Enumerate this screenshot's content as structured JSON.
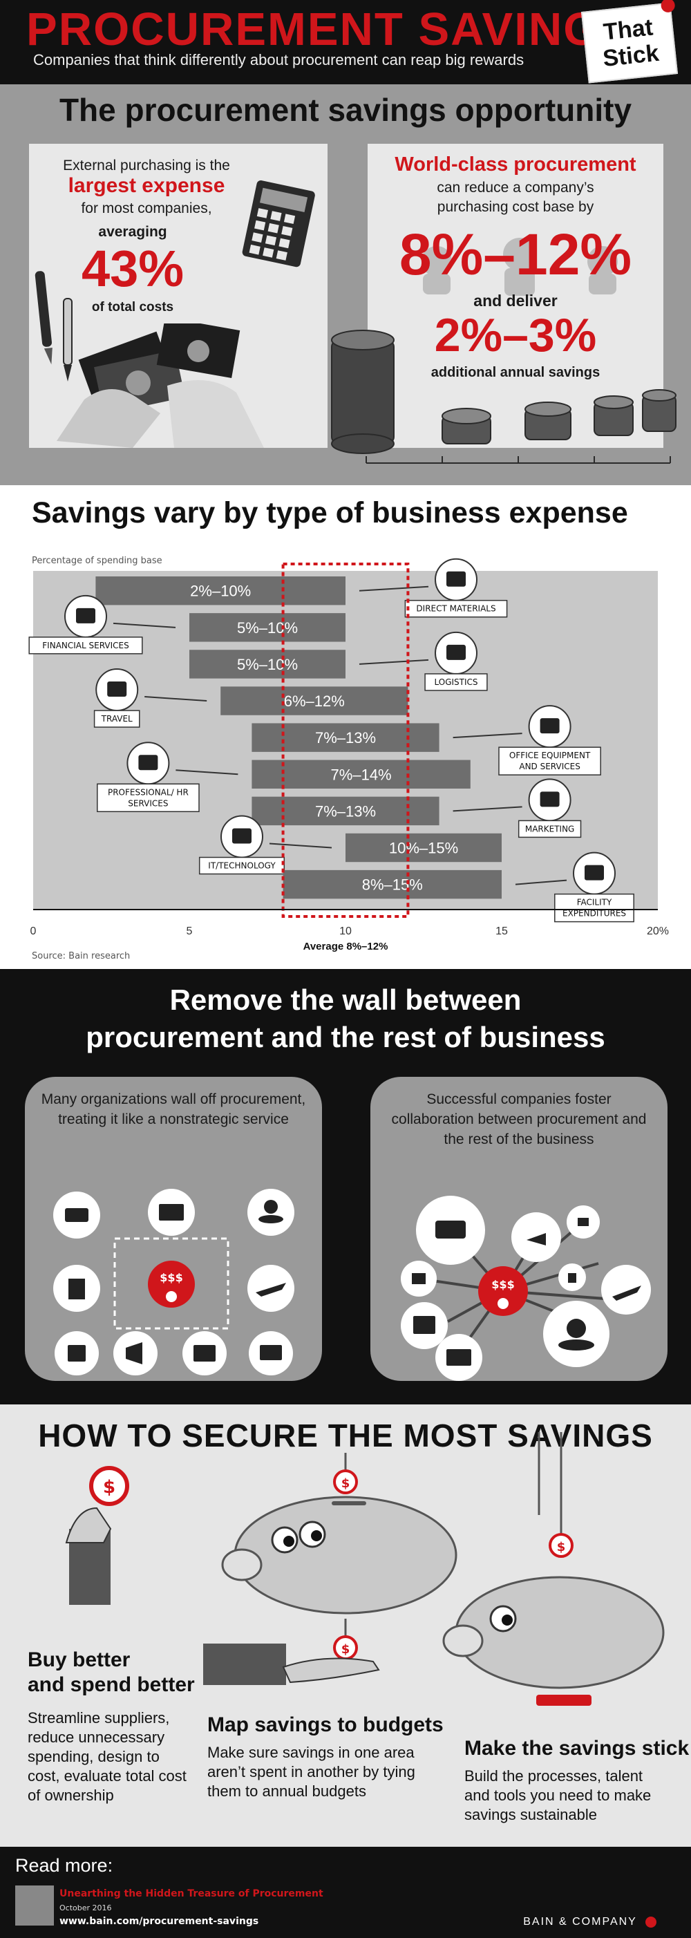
{
  "header": {
    "title": "PROCUREMENT SAVINGS",
    "subtitle": "Companies that think differently about procurement can reap big rewards",
    "sticker_line1": "That",
    "sticker_line2": "Stick"
  },
  "opportunity": {
    "title": "The procurement savings opportunity",
    "left": {
      "line1": "External purchasing is the",
      "line2": "largest expense",
      "line3": "for most companies,",
      "line4": "averaging",
      "value": "43%",
      "line5": "of total costs"
    },
    "right": {
      "line1": "World-class procurement",
      "line2": "can reduce a company’s",
      "line3": "purchasing cost base by",
      "value1": "8%–12%",
      "line4": "and deliver",
      "value2": "2%–3%",
      "line5": "additional annual savings"
    }
  },
  "savings_chart": {
    "title": "Savings vary by type of business expense",
    "ylabel": "Percentage of spending base",
    "average_label": "Average 8%–12%",
    "source": "Source: Bain research"
  },
  "chart_data": {
    "type": "bar",
    "orientation": "horizontal-range",
    "title": "Savings vary by type of business expense",
    "ylabel": "Percentage of spending base",
    "xlim": [
      0,
      20
    ],
    "x_ticks": [
      "0",
      "5",
      "10",
      "15",
      "20%"
    ],
    "average_band": [
      8,
      12
    ],
    "average_label": "Average 8%–12%",
    "categories": [
      "DIRECT MATERIALS",
      "FINANCIAL SERVICES",
      "LOGISTICS",
      "TRAVEL",
      "OFFICE EQUIPMENT AND SERVICES",
      "PROFESSIONAL/ HR SERVICES",
      "MARKETING",
      "IT/TECHNOLOGY",
      "FACILITY EXPENDITURES"
    ],
    "ranges": [
      [
        2,
        10
      ],
      [
        5,
        10
      ],
      [
        5,
        10
      ],
      [
        6,
        12
      ],
      [
        7,
        13
      ],
      [
        7,
        14
      ],
      [
        7,
        13
      ],
      [
        10,
        15
      ],
      [
        8,
        15
      ]
    ],
    "bar_labels": [
      "2%–10%",
      "5%–10%",
      "5%–10%",
      "6%–12%",
      "7%–13%",
      "7%–14%",
      "7%–13%",
      "10%–15%",
      "8%–15%"
    ],
    "source": "Source: Bain research"
  },
  "wall": {
    "title_line1": "Remove the wall between",
    "title_line2": "procurement and the rest of business",
    "left_text": "Many organizations wall off procurement, treating it like a nonstrategic service",
    "right_text": "Successful companies foster collaboration between procurement and the rest of the business"
  },
  "secure": {
    "title": "HOW TO SECURE THE MOST SAVINGS",
    "step1_title_1": "Buy better",
    "step1_title_2": "and spend better",
    "step1_body": "Streamline suppliers, reduce unnecessary spending, design to cost, evaluate total cost of ownership",
    "step2_title": "Map savings to budgets",
    "step2_body": "Make sure savings in one area aren’t spent in another by tying them to annual budgets",
    "step3_title": "Make the savings stick",
    "step3_body": "Build the processes, talent and tools you need to make savings sustainable"
  },
  "footer": {
    "read_more": "Read more:",
    "report": "Unearthing the Hidden Treasure of Procurement",
    "date": "October 2016",
    "url": "www.bain.com/procurement-savings",
    "brand": "BAIN & COMPANY"
  },
  "colors": {
    "red": "#d0161b",
    "bar": "#6e6e6e",
    "plot_bg": "#c8c8c8",
    "dark": "#111111"
  }
}
